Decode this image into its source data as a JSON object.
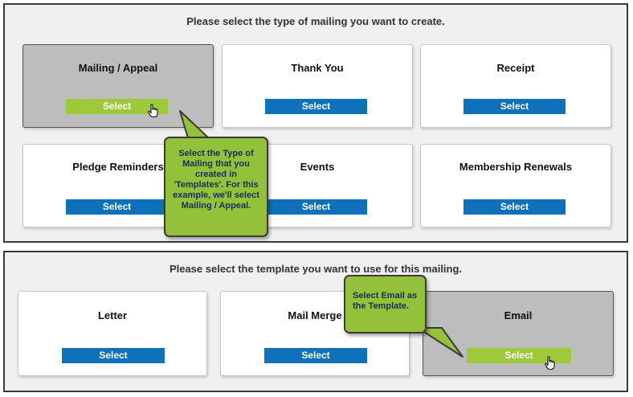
{
  "mailing_type_panel": {
    "title": "Please select the type of mailing you want to create.",
    "cards": [
      {
        "title": "Mailing / Appeal",
        "button": "Select"
      },
      {
        "title": "Thank You",
        "button": "Select"
      },
      {
        "title": "Receipt",
        "button": "Select"
      },
      {
        "title": "Pledge Reminders",
        "button": "Select"
      },
      {
        "title": "Events",
        "button": "Select"
      },
      {
        "title": "Membership Renewals",
        "button": "Select"
      }
    ],
    "callout": [
      "Select the Type of",
      "Mailing that you",
      "created in",
      "'Templates'.  For this",
      "example, we'll select",
      "Mailing / Appeal."
    ]
  },
  "template_panel": {
    "title": "Please select the template you want to use for this mailing.",
    "cards": [
      {
        "title": "Letter",
        "button": "Select"
      },
      {
        "title": "Mail Merge",
        "button": "Select"
      },
      {
        "title": "Email",
        "button": "Select"
      }
    ],
    "callout": [
      "Select Email as",
      "the Template."
    ]
  },
  "colors": {
    "panel_bg": "#f0f0f0",
    "selected_card_bg": "#bdbdbd",
    "select_button_blue": "#0f71b9",
    "select_button_green": "#9dc93a",
    "callout_green": "#94c13a",
    "callout_text": "#1b2d55"
  },
  "icons": [
    "hand-pointer-cursor-icon"
  ]
}
